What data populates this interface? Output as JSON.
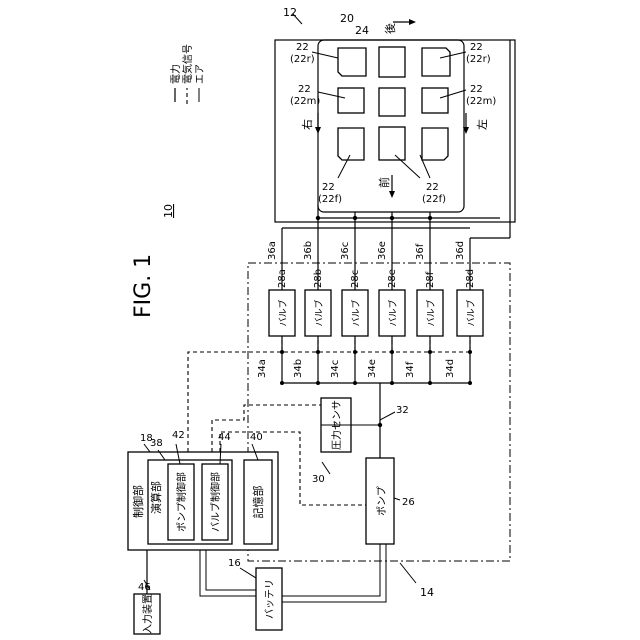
{
  "figure_title": "FIG. 1",
  "system_ref": "10",
  "legend": {
    "power": "電力",
    "signal": "電気信号",
    "air": "エア"
  },
  "vehicle": {
    "ref_vehicle": "12",
    "ref_body": "20",
    "ref_floor": "24",
    "dir_back": "後",
    "dir_front": "前",
    "dir_left": "左",
    "dir_right": "右",
    "cushion_rear_1": "22",
    "cushion_rear_2": "(22r)",
    "cushion_mid_1": "22",
    "cushion_mid_2": "(22m)",
    "cushion_front_1": "22",
    "cushion_front_2": "(22f)"
  },
  "control_unit": {
    "ref": "18",
    "title": "制御部",
    "calc_ref": "38",
    "calc_label": "演算部",
    "pump_ctrl_ref": "42",
    "pump_ctrl_label": "ポンプ制御部",
    "valve_ctrl_ref": "44",
    "valve_ctrl_label": "バルブ制御部",
    "storage_ref": "40",
    "storage_label": "記憶部"
  },
  "input_device": {
    "ref": "46",
    "label": "入力装置"
  },
  "battery": {
    "ref": "16",
    "label": "バッテリ"
  },
  "pump": {
    "ref": "26",
    "label": "ポンプ"
  },
  "pressure_sensor": {
    "ref": "30",
    "label": "圧力センサ"
  },
  "pipe_ref": "32",
  "air_unit_ref": "14",
  "valves": [
    {
      "ref": "28a",
      "label": "バルブ",
      "in_ref": "34a",
      "out_ref": "36a"
    },
    {
      "ref": "28b",
      "label": "バルブ",
      "in_ref": "34b",
      "out_ref": "36b"
    },
    {
      "ref": "28c",
      "label": "バルブ",
      "in_ref": "34c",
      "out_ref": "36c"
    },
    {
      "ref": "28e",
      "label": "バルブ",
      "in_ref": "34e",
      "out_ref": "36e"
    },
    {
      "ref": "28f",
      "label": "バルブ",
      "in_ref": "34f",
      "out_ref": "36f"
    },
    {
      "ref": "28d",
      "label": "バルブ",
      "in_ref": "34d",
      "out_ref": "36d"
    }
  ]
}
